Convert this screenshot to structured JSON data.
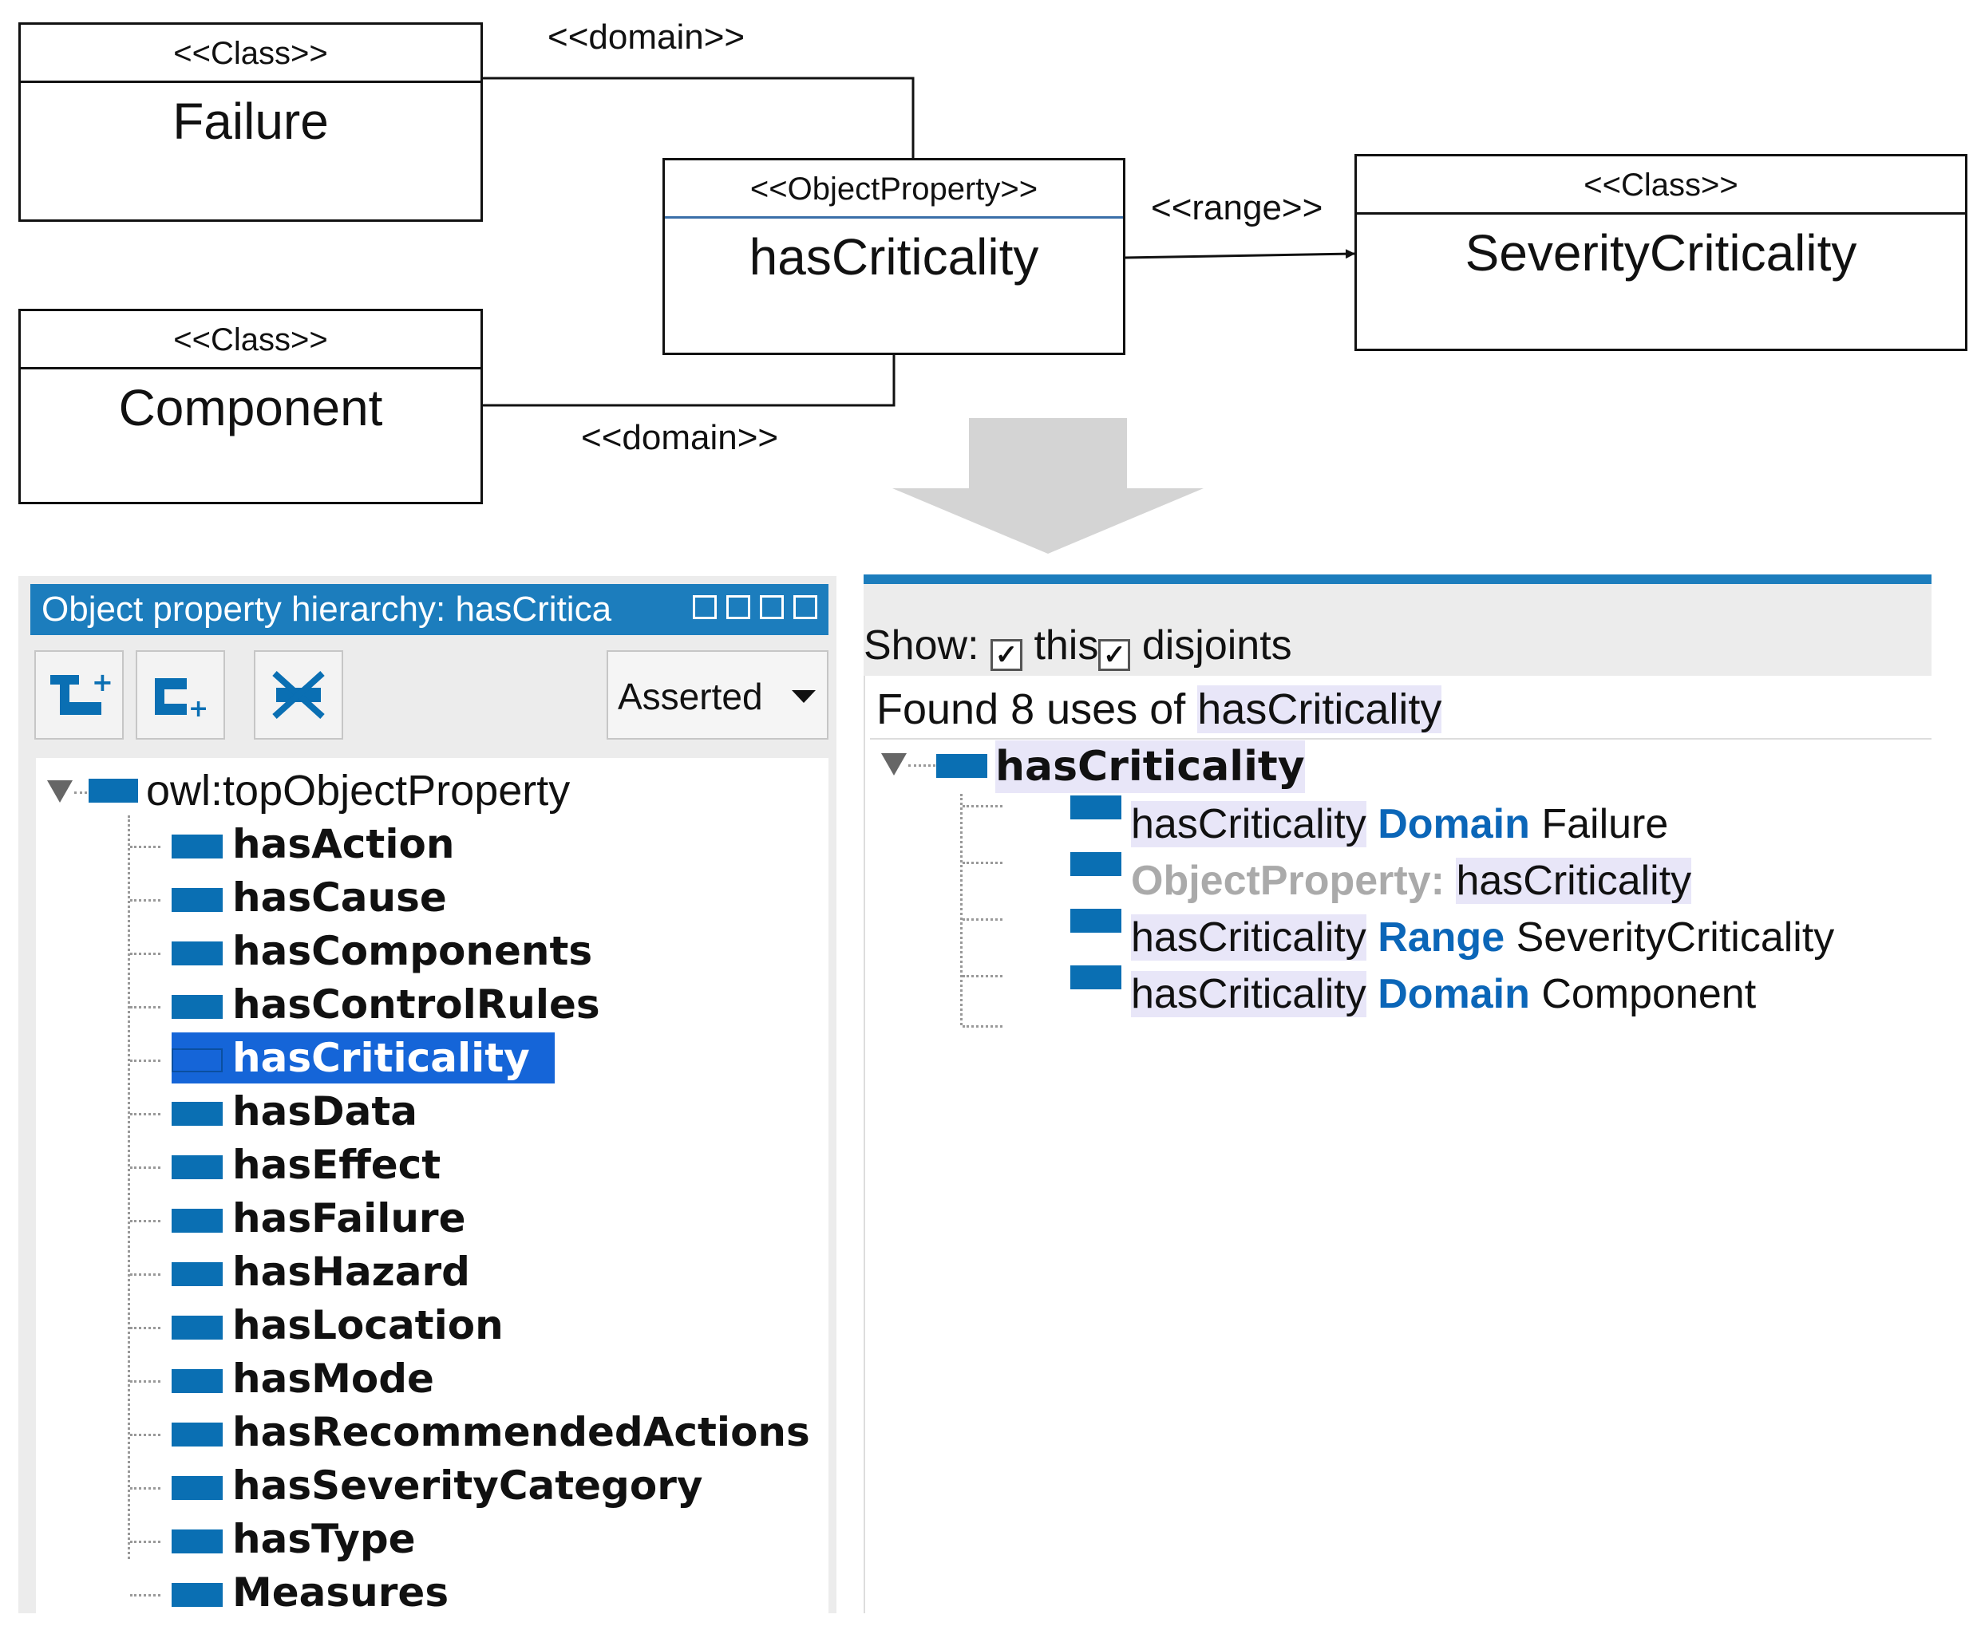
{
  "uml": {
    "failure": {
      "stereotype": "<<Class>>",
      "name": "Failure"
    },
    "component": {
      "stereotype": "<<Class>>",
      "name": "Component"
    },
    "property": {
      "stereotype": "<<ObjectProperty>>",
      "name": "hasCriticality"
    },
    "severity": {
      "stereotype": "<<Class>>",
      "name": "SeverityCriticality"
    },
    "label_domain_top": "<<domain>>",
    "label_domain_bottom": "<<domain>>",
    "label_range": "<<range>>"
  },
  "hierarchy": {
    "title": "Object property hierarchy: hasCritica",
    "dropdown": "Asserted",
    "root": "owl:topObjectProperty",
    "selected": "hasCriticality",
    "items": [
      "hasAction",
      "hasCause",
      "hasComponents",
      "hasControlRules",
      "hasCriticality",
      "hasData",
      "hasEffect",
      "hasFailure",
      "hasHazard",
      "hasLocation",
      "hasMode",
      "hasRecommendedActions",
      "hasSeverityCategory",
      "hasType",
      "Measures"
    ]
  },
  "usage": {
    "show_label": "Show:",
    "opt_this": "this",
    "opt_disjoints": "disjoints",
    "found_prefix": "Found 8 uses of",
    "found_term": "hasCriticality",
    "root": "hasCriticality",
    "rows": [
      {
        "subject": "hasCriticality",
        "keyword": "Domain",
        "object": "Failure"
      },
      {
        "keyword": "ObjectProperty:",
        "subject": "hasCriticality"
      },
      {
        "subject": "hasCriticality",
        "keyword": "Range",
        "object": "SeverityCriticality"
      },
      {
        "subject": "hasCriticality",
        "keyword": "Domain",
        "object": "Component"
      }
    ]
  },
  "colors": {
    "accent": "#1c7dbd",
    "icon": "#0a6fb3",
    "selected": "#1565d8",
    "keyword": "#0b66b8",
    "highlight": "#e8e6f8"
  }
}
